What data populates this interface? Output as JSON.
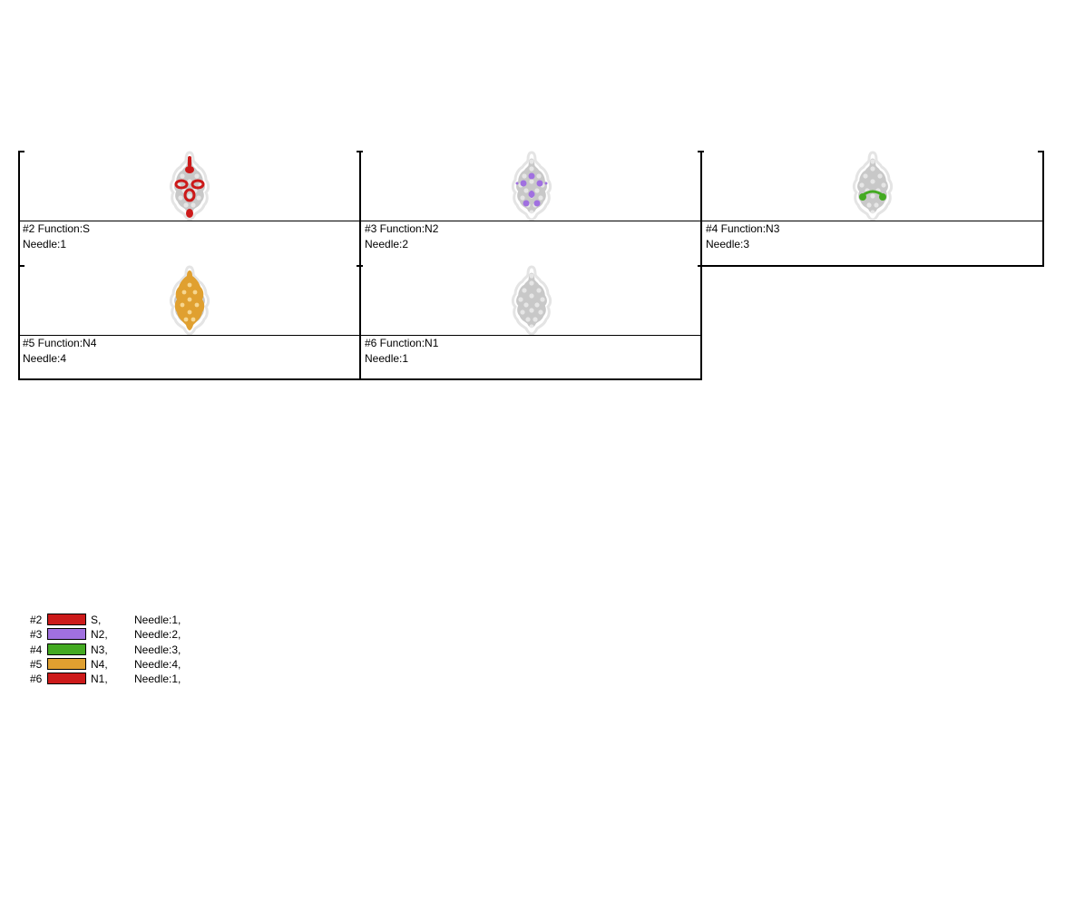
{
  "tiles": [
    {
      "label": "#2 Function:S",
      "needle": "Needle:1",
      "color": "#cc1a1a",
      "motif": "red-flower"
    },
    {
      "label": "#3 Function:N2",
      "needle": "Needle:2",
      "color": "#a070e0",
      "motif": "purple-dots"
    },
    {
      "label": "#4 Function:N3",
      "needle": "Needle:3",
      "color": "#44aa22",
      "motif": "green-arc"
    },
    {
      "label": "#5 Function:N4",
      "needle": "Needle:4",
      "color": "#e0a030",
      "motif": "gold-fill"
    },
    {
      "label": "#6 Function:N1",
      "needle": "Needle:1",
      "color": "#cc1a1a",
      "motif": "grey-only"
    }
  ],
  "legend": [
    {
      "num": "#2",
      "color": "#cc1a1a",
      "fn": "S,",
      "needle": "Needle:1,"
    },
    {
      "num": "#3",
      "color": "#a070e0",
      "fn": "N2,",
      "needle": "Needle:2,"
    },
    {
      "num": "#4",
      "color": "#44aa22",
      "fn": "N3,",
      "needle": "Needle:3,"
    },
    {
      "num": "#5",
      "color": "#e0a030",
      "fn": "N4,",
      "needle": "Needle:4,"
    },
    {
      "num": "#6",
      "color": "#cc1a1a",
      "fn": "N1,",
      "needle": "Needle:1,"
    }
  ],
  "colors": {
    "grey_fill": "#c8c8c8",
    "outline": "#e4e4e4"
  }
}
